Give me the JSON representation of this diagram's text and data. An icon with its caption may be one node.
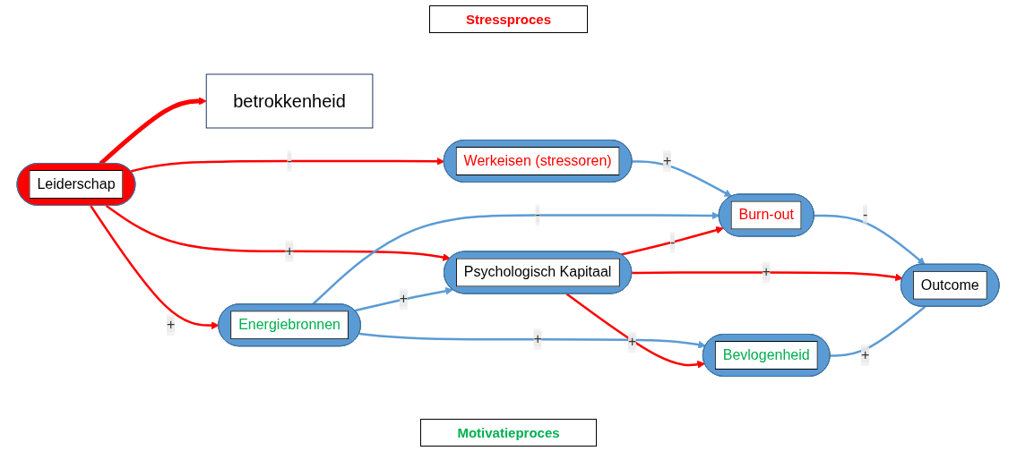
{
  "diagram": {
    "nodes": [
      {
        "text": [
          "Stressproces"
        ]
      },
      {
        "text": [
          "Werkeisen (stressoren)"
        ]
      },
      {
        "text": [
          "Burn-out"
        ]
      },
      {
        "text": [
          "Outcome"
        ]
      },
      {
        "text": [
          "Leiderschap"
        ]
      },
      {
        "text": [
          "Psychologisch Kapitaal"
        ]
      },
      {
        "text": [
          "betrokkenheid"
        ]
      },
      {
        "text": [
          "Energiebronnen"
        ]
      },
      {
        "text": [
          "Bevlogenheid"
        ]
      },
      {
        "text": [
          "Motivatieproces"
        ]
      }
    ],
    "edges": [
      {
        "from": 1,
        "to": 2,
        "arrow": "to",
        "label": "+",
        "color": "#5b9bd5"
      },
      {
        "from": 2,
        "to": 3,
        "arrow": "to",
        "label": "-",
        "color": "#5b9bd5"
      },
      {
        "from": 4,
        "to": 1,
        "arrow": "to",
        "label": "-",
        "color": "#ff0000"
      },
      {
        "from": 4,
        "to": 5,
        "arrow": "to",
        "label": "+",
        "color": "#ff0000"
      },
      {
        "from": 4,
        "to": 7,
        "arrow": "to",
        "label": "+",
        "color": "#ff0000"
      },
      {
        "from": 4,
        "to": 6,
        "arrow": "to",
        "style": "thick",
        "color": "#ff0000"
      },
      {
        "from": 7,
        "to": 2,
        "arrow": "to",
        "label": "-",
        "color": "#5b9bd5"
      },
      {
        "from": 7,
        "to": 5,
        "arrow": "to",
        "label": "+",
        "color": "#5b9bd5"
      },
      {
        "from": 7,
        "to": 8,
        "arrow": "to",
        "label": "+",
        "color": "#5b9bd5"
      },
      {
        "from": 5,
        "to": 2,
        "arrow": "to",
        "label": "-",
        "color": "#ff0000"
      },
      {
        "from": 5,
        "to": 3,
        "arrow": "to",
        "label": "+",
        "color": "#ff0000"
      },
      {
        "from": 5,
        "to": 8,
        "arrow": "to",
        "label": "+",
        "color": "#ff0000"
      },
      {
        "from": 8,
        "to": 3,
        "arrow": "none",
        "label": "+",
        "color": "#5b9bd5"
      }
    ]
  }
}
